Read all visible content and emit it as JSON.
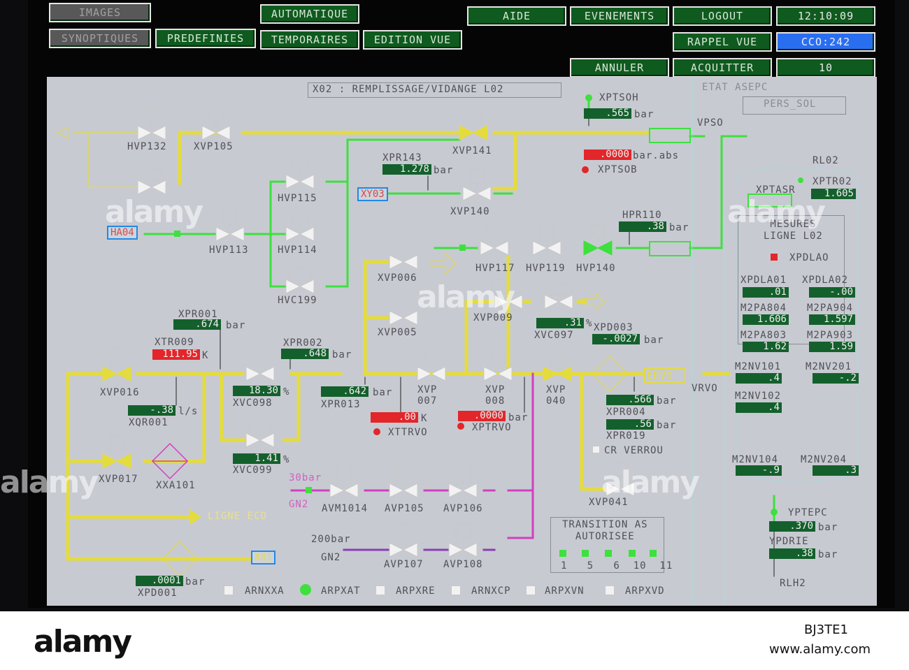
{
  "toolbar": {
    "images": "IMAGES",
    "synoptiques": "SYNOPTIQUES",
    "predefinies": "PREDEFINIES",
    "automatique": "AUTOMATIQUE",
    "temporaires": "TEMPORAIRES",
    "edition_vue": "EDITION VUE",
    "aide": "AIDE",
    "evenements": "EVENEMENTS",
    "logout": "LOGOUT",
    "rappel_vue": "RAPPEL VUE",
    "annuler": "ANNULER",
    "acquitter": "ACQUITTER",
    "clock": "12:10:09",
    "cco": "CCO:242",
    "count": "10"
  },
  "diagram": {
    "title": "X02 : REMPLISSAGE/VIDANGE L02",
    "etat": "ETAT ASEPC",
    "pers_sol": "PERS_SOL",
    "labels": {
      "hvp132": "HVP132",
      "xvp105": "XVP105",
      "xvp141": "XVP141",
      "xpr143": "XPR143",
      "xy03": "XY03",
      "xvp140": "XVP140",
      "hvp115": "HVP115",
      "ha04": "HA04",
      "hvp113": "HVP113",
      "hvp114": "HVP114",
      "hvc199": "HVC199",
      "xptsoh": "XPTSOH",
      "xptsob": "XPTSOB",
      "vpso": "VPSO",
      "rl02": "RL02",
      "xptr02": "XPTR02",
      "xptasr": "XPTASR",
      "hpr110": "HPR110",
      "hvp117": "HVP117",
      "hvp119": "HVP119",
      "hvp140": "HVP140",
      "xvp006": "XVP006",
      "xvp005": "XVP005",
      "xvp009": "XVP009",
      "xvc097": "XVC097",
      "xpd003": "XPD003",
      "xpr001": "XPR001",
      "xtr009": "XTR009",
      "xpr002": "XPR002",
      "xvp016": "XVP016",
      "xvc098": "XVC098",
      "xpr013": "XPR013",
      "xqr001": "XQR001",
      "xvp007": "XVP\n007",
      "xvp008": "XVP\n008",
      "xvp040": "XVP\n040",
      "xttrvo": "XTTRVO",
      "xptrvo": "XPTRVO",
      "xpr004": "XPR004",
      "xpr019": "XPR019",
      "cr_verrou": "CR VERROU",
      "vrvo": "VRVO",
      "ervo": "ERVO",
      "xvp017": "XVP017",
      "xxa101": "XXA101",
      "xvc099": "XVC099",
      "bar30": "30bar",
      "gn2a": "GN2",
      "avm1014": "AVM1014",
      "avp105": "AVP105",
      "avp106": "AVP106",
      "ligne_eco": "LIGNE ECO",
      "bar200": "200bar",
      "gn2b": "GN2",
      "avp107": "AVP107",
      "avp108": "AVP108",
      "x01": "X01",
      "xpd001": "XPD001",
      "xvp041": "XVP041",
      "transition": "TRANSITION AS\nAUTORISEE",
      "tr_nums": "1   5   6  10  11",
      "mesures": "MESURES\nLIGNE L02",
      "xpdlao": "XPDLAO",
      "xpdla01": "XPDLA01",
      "xpdla02": "XPDLA02",
      "m2pa804": "M2PA804",
      "m2pa904": "M2PA904",
      "m2pa803": "M2PA803",
      "m2pa903": "M2PA903",
      "m2nv101": "M2NV101",
      "m2nv201": "M2NV201",
      "m2nv102": "M2NV102",
      "m2nv104": "M2NV104",
      "m2nv204": "M2NV204",
      "yptepc": "YPTEPC",
      "ypdrie": "YPDRIE",
      "rlh2": "RLH2",
      "bar_small": "bar",
      "bar_l": "bar"
    },
    "values": {
      "xptsoh": ".565",
      "xptsob": ".0000",
      "xpr143": "1.278",
      "xptr02": "1.605",
      "hpr110": ".38",
      "xvc097": ".31",
      "xpd003": "-.0027",
      "xpr001": ".674",
      "xtr009": "111.95",
      "xpr002": ".648",
      "xvc098": "18.30",
      "xpr013": ".642",
      "xqr001": "-.38",
      "xttrvo": ".00",
      "xptrvo": ".0000",
      "xpr004": ".566",
      "xpr019": ".56",
      "xvc099": "1.41",
      "xpd001": ".0001",
      "xpdla01": ".01",
      "xpdla02": "-.00",
      "m2pa804": "1.606",
      "m2pa904": "1.597",
      "m2pa803": "1.62",
      "m2pa903": "1.59",
      "m2nv101": ".4",
      "m2nv201": "-.2",
      "m2nv102": ".4",
      "m2nv104": "-.9",
      "m2nv204": ".3",
      "yptepc": ".370",
      "ypdrie": ".38"
    },
    "units": {
      "bar": "bar",
      "bar_abs": "bar.abs",
      "percent": "%",
      "kelvin": "K",
      "lps": "l/s"
    },
    "legend": [
      "ARNXXA",
      "ARPXAT",
      "ARPXRE",
      "ARNXCP",
      "ARPXVN",
      "ARPXVD"
    ]
  },
  "watermark": {
    "text": "alamy",
    "image_id": "BJ3TE1",
    "url": "www.alamy.com"
  },
  "colors": {
    "pipe_yellow": "#e4dc3c",
    "pipe_green": "#3ee03e",
    "pipe_magenta": "#d040c0",
    "value_green": "#14602c",
    "value_red": "#e2262a"
  }
}
